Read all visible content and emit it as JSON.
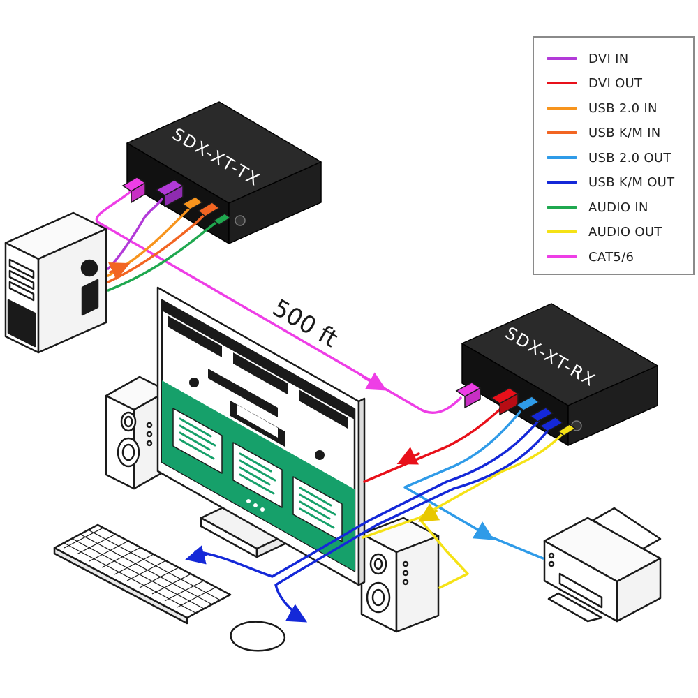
{
  "devices": {
    "transmitter": {
      "label": "SDX-XT-TX"
    },
    "receiver": {
      "label": "SDX-XT-RX"
    }
  },
  "distance_label": "500 ft",
  "legend": {
    "items": [
      {
        "label": "DVI IN",
        "color": "#b23ad8"
      },
      {
        "label": "DVI OUT",
        "color": "#e8101a"
      },
      {
        "label": "USB 2.0 IN",
        "color": "#f7941d"
      },
      {
        "label": "USB K/M IN",
        "color": "#f26522"
      },
      {
        "label": "USB 2.0 OUT",
        "color": "#2f9be8"
      },
      {
        "label": "USB K/M OUT",
        "color": "#1428d8"
      },
      {
        "label": "AUDIO IN",
        "color": "#1fa84f"
      },
      {
        "label": "AUDIO OUT",
        "color": "#f5e216"
      },
      {
        "label": "CAT5/6",
        "color": "#ee3ee6"
      }
    ]
  },
  "colors": {
    "screen_green": "#16a06a",
    "device_body": "#1c1c1c",
    "outline": "#1a1a1a"
  }
}
